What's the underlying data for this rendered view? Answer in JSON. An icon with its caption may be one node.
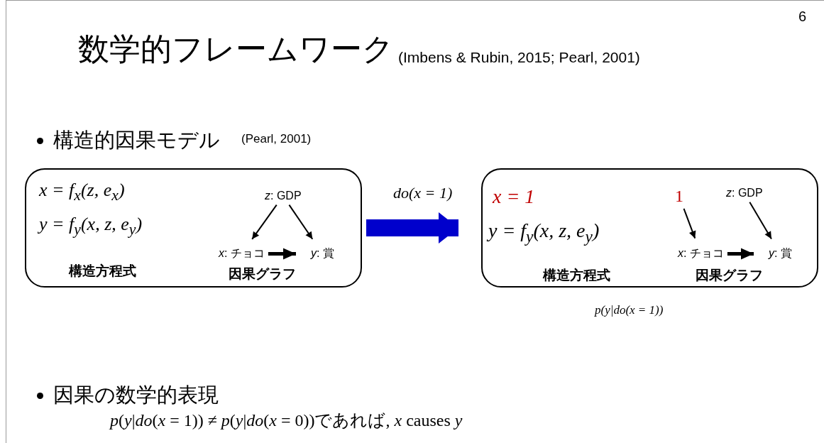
{
  "diagram": {
    "title": "数学的フレームワーク",
    "nodes": [
      {
        "text": [
          "x = f$_{x}$(z, e$_{x}$)",
          "y = f$_{y}$(x, z, e$_{y}$)",
          "構造方程式",
          "因果グラフ"
        ]
      },
      {
        "text": [
          "*z*: GDP"
        ],
        "in": 0
      },
      {
        "text": [
          "*x*: チョコ"
        ],
        "in": 0
      },
      {
        "text": [
          "*y*: 賞"
        ],
        "in": 0
      },
      {
        "text": [
          "x = 1",
          "y = f$_{y}$(x, z, e$_{y}$)",
          "構造方程式",
          "因果グラフ"
        ],
        "beside": [
          "p(y|do(x = 1))"
        ]
      },
      {
        "text": [
          "1"
        ],
        "in": 4
      },
      {
        "text": [
          "*z*: GDP"
        ],
        "in": 4
      },
      {
        "text": [
          "*x*: チョコ"
        ],
        "in": 4
      },
      {
        "text": [
          "*y*: 賞"
        ],
        "in": 4
      }
    ],
    "edges": [
      {
        "from": 1,
        "to": 2,
        "arrow": "to"
      },
      {
        "from": 1,
        "to": 3,
        "arrow": "to"
      },
      {
        "from": 2,
        "to": 3,
        "arrow": "to",
        "style": "thick"
      },
      {
        "from": 0,
        "to": 4,
        "arrow": "to",
        "label": "do(x = 1)",
        "style": "thick",
        "color": "#0000cc"
      },
      {
        "from": 5,
        "to": 7,
        "arrow": "to"
      },
      {
        "from": 6,
        "to": 8,
        "arrow": "to"
      },
      {
        "from": 7,
        "to": 8,
        "arrow": "to",
        "style": "thick"
      }
    ],
    "labels": [
      "6",
      "(Imbens & Rubin, 2015; Pearl, 2001)",
      "構造的因果モデル",
      "(Pearl, 2001)",
      "因果の数学的表現",
      "*p*(*y*|*do*(*x* = 1)) ≠ *p*(*y*|*do*(*x* = 0))であれば, *x* causes *y*"
    ]
  }
}
